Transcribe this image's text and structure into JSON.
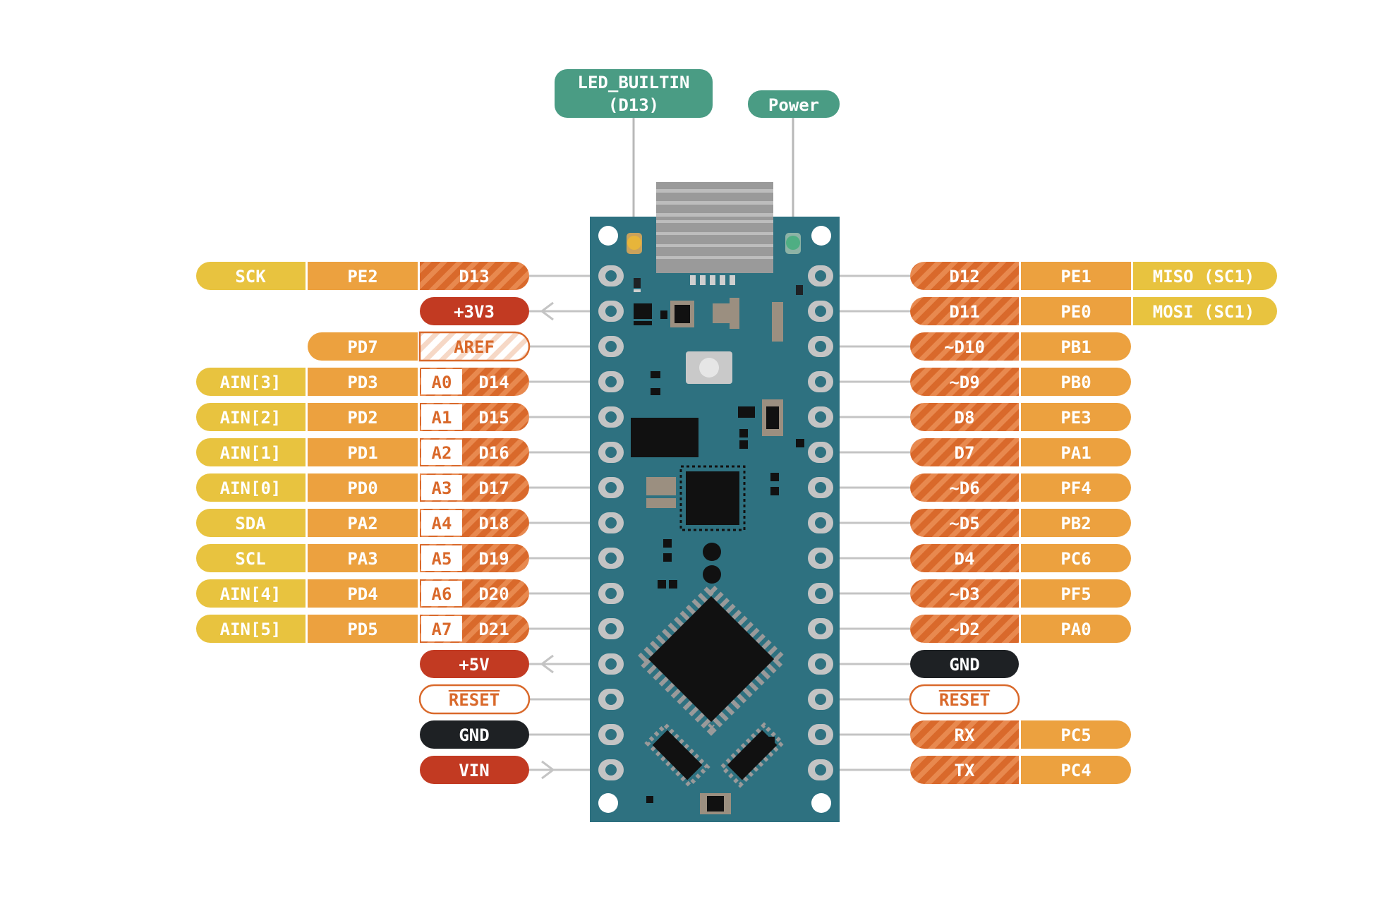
{
  "colors": {
    "yellow": "#e8c33f",
    "orange": "#eca13f",
    "digital_orange": "#d9692b",
    "red": "#c23a22",
    "black": "#1e2124",
    "board": "#2e7180",
    "callout_teal": "#4a9c84",
    "led_yellow": "#e7b53a",
    "led_green": "#4fae83"
  },
  "callouts": {
    "led": {
      "line1": "LED_BUILTIN",
      "line2": "(D13)"
    },
    "power": {
      "label": "Power"
    }
  },
  "left_pins": [
    {
      "col1": "SCK",
      "col2": "PE2",
      "pin": "D13",
      "pin_style": "digital",
      "analog": ""
    },
    {
      "col1": "",
      "col2": "",
      "pin": "+3V3",
      "pin_style": "power",
      "analog": "",
      "arrow": "out"
    },
    {
      "col1": "",
      "col2": "PD7",
      "pin": "AREF",
      "pin_style": "aref",
      "analog": ""
    },
    {
      "col1": "AIN[3]",
      "col2": "PD3",
      "pin": "D14",
      "pin_style": "digital",
      "analog": "A0"
    },
    {
      "col1": "AIN[2]",
      "col2": "PD2",
      "pin": "D15",
      "pin_style": "digital",
      "analog": "A1"
    },
    {
      "col1": "AIN[1]",
      "col2": "PD1",
      "pin": "D16",
      "pin_style": "digital",
      "analog": "A2"
    },
    {
      "col1": "AIN[0]",
      "col2": "PD0",
      "pin": "D17",
      "pin_style": "digital",
      "analog": "A3"
    },
    {
      "col1": "SDA",
      "col2": "PA2",
      "pin": "D18",
      "pin_style": "digital",
      "analog": "A4"
    },
    {
      "col1": "SCL",
      "col2": "PA3",
      "pin": "D19",
      "pin_style": "digital",
      "analog": "A5"
    },
    {
      "col1": "AIN[4]",
      "col2": "PD4",
      "pin": "D20",
      "pin_style": "digital",
      "analog": "A6"
    },
    {
      "col1": "AIN[5]",
      "col2": "PD5",
      "pin": "D21",
      "pin_style": "digital",
      "analog": "A7"
    },
    {
      "col1": "",
      "col2": "",
      "pin": "+5V",
      "pin_style": "power",
      "analog": "",
      "arrow": "out"
    },
    {
      "col1": "",
      "col2": "",
      "pin": "RESET",
      "pin_style": "outline",
      "analog": ""
    },
    {
      "col1": "",
      "col2": "",
      "pin": "GND",
      "pin_style": "ground",
      "analog": ""
    },
    {
      "col1": "",
      "col2": "",
      "pin": "VIN",
      "pin_style": "power",
      "analog": "",
      "arrow": "in"
    }
  ],
  "right_pins": [
    {
      "pin": "D12",
      "pin_style": "digital",
      "col2": "PE1",
      "col3": "MISO (SC1)"
    },
    {
      "pin": "D11",
      "pin_style": "digital",
      "col2": "PE0",
      "col3": "MOSI (SC1)"
    },
    {
      "pin": "~D10",
      "pin_style": "digital",
      "col2": "PB1",
      "col3": ""
    },
    {
      "pin": "~D9",
      "pin_style": "digital",
      "col2": "PB0",
      "col3": ""
    },
    {
      "pin": "D8",
      "pin_style": "digital",
      "col2": "PE3",
      "col3": ""
    },
    {
      "pin": "D7",
      "pin_style": "digital",
      "col2": "PA1",
      "col3": ""
    },
    {
      "pin": "~D6",
      "pin_style": "digital",
      "col2": "PF4",
      "col3": ""
    },
    {
      "pin": "~D5",
      "pin_style": "digital",
      "col2": "PB2",
      "col3": ""
    },
    {
      "pin": "D4",
      "pin_style": "digital",
      "col2": "PC6",
      "col3": ""
    },
    {
      "pin": "~D3",
      "pin_style": "digital",
      "col2": "PF5",
      "col3": ""
    },
    {
      "pin": "~D2",
      "pin_style": "digital",
      "col2": "PA0",
      "col3": ""
    },
    {
      "pin": "GND",
      "pin_style": "ground",
      "col2": "",
      "col3": ""
    },
    {
      "pin": "RESET",
      "pin_style": "outline",
      "col2": "",
      "col3": ""
    },
    {
      "pin": "RX",
      "pin_style": "digital",
      "col2": "PC5",
      "col3": ""
    },
    {
      "pin": "TX",
      "pin_style": "digital",
      "col2": "PC4",
      "col3": ""
    }
  ]
}
